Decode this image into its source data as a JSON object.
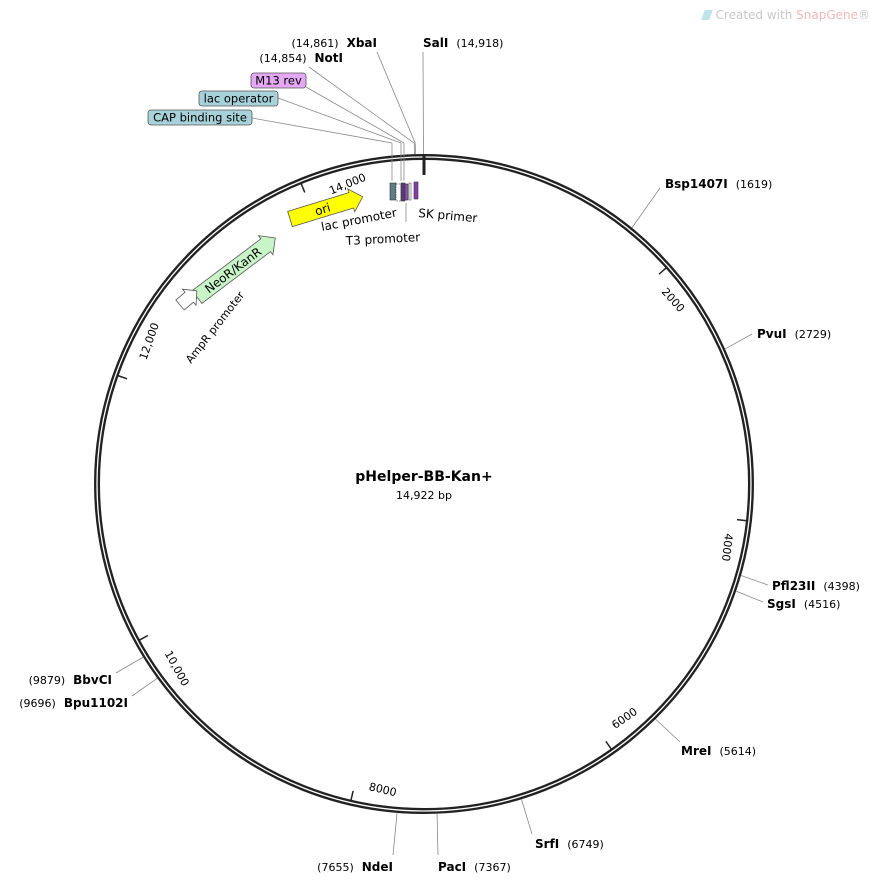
{
  "watermark": {
    "prefix": "Created with ",
    "brand": "SnapGene",
    "suffix": "®"
  },
  "plasmid": {
    "name": "pHelper-BB-Kan+",
    "length_label": "14,922 bp",
    "length": 14922
  },
  "ticks": [
    {
      "pos": 2000,
      "label": "2000"
    },
    {
      "pos": 4000,
      "label": "4000"
    },
    {
      "pos": 6000,
      "label": "6000"
    },
    {
      "pos": 8000,
      "label": "8000"
    },
    {
      "pos": 10000,
      "label": "10,000"
    },
    {
      "pos": 12000,
      "label": "12,000"
    },
    {
      "pos": 14000,
      "label": "14,000"
    }
  ],
  "sites": [
    {
      "name": "SalI",
      "pos": 14918,
      "pos_label": "(14,918)"
    },
    {
      "name": "XbaI",
      "pos": 14861,
      "pos_label": "(14,861)"
    },
    {
      "name": "NotI",
      "pos": 14854,
      "pos_label": "(14,854)"
    },
    {
      "name": "Bsp1407I",
      "pos": 1619,
      "pos_label": "(1619)"
    },
    {
      "name": "PvuI",
      "pos": 2729,
      "pos_label": "(2729)"
    },
    {
      "name": "Pfl23II",
      "pos": 4398,
      "pos_label": "(4398)"
    },
    {
      "name": "SgsI",
      "pos": 4516,
      "pos_label": "(4516)"
    },
    {
      "name": "MreI",
      "pos": 5614,
      "pos_label": "(5614)"
    },
    {
      "name": "SrfI",
      "pos": 6749,
      "pos_label": "(6749)"
    },
    {
      "name": "PacI",
      "pos": 7367,
      "pos_label": "(7367)"
    },
    {
      "name": "NdeI",
      "pos": 7655,
      "pos_label": "(7655)"
    },
    {
      "name": "BbvCI",
      "pos": 9879,
      "pos_label": "(9879)"
    },
    {
      "name": "Bpu1102I",
      "pos": 9696,
      "pos_label": "(9696)"
    }
  ],
  "boxed_features": [
    {
      "label": "M13 rev",
      "color": "#e4a8f4"
    },
    {
      "label": "lac operator",
      "color": "#a8d2da"
    },
    {
      "label": "CAP binding site",
      "color": "#a8d2da"
    }
  ],
  "arrow_features": [
    {
      "label": "ori",
      "color": "#ffff00"
    },
    {
      "label": "NeoR/KanR",
      "color": "#c8f4c8"
    },
    {
      "label": "",
      "color": "#ffffff"
    }
  ],
  "feature_labels": {
    "lac_promoter": "lac promoter",
    "t3_promoter": "T3 promoter",
    "sk_primer": "SK primer",
    "ampr_promoter": "AmpR promoter"
  }
}
